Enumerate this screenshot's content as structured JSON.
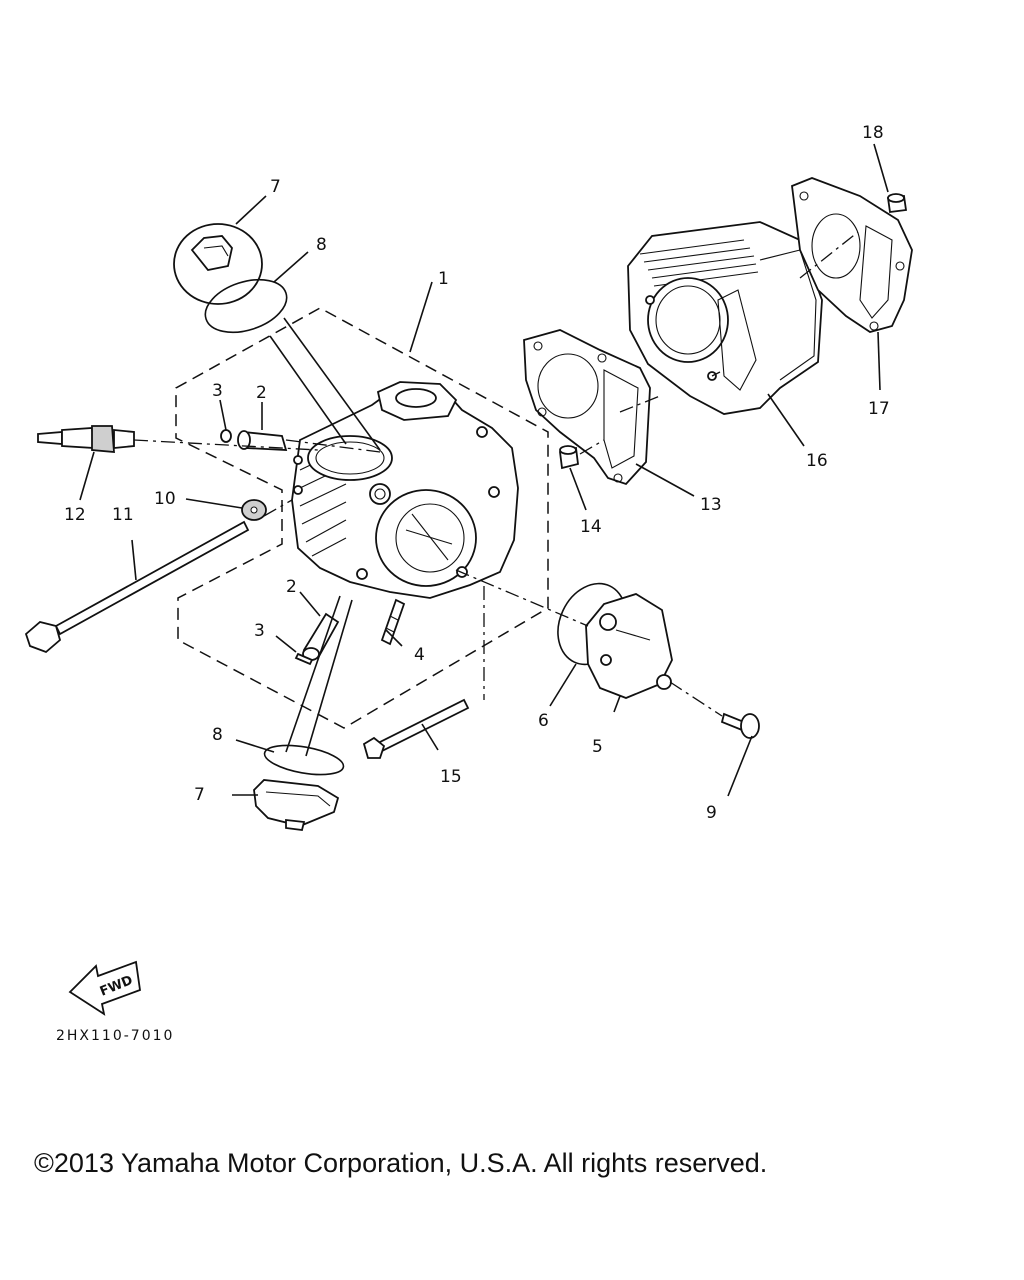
{
  "callouts": {
    "c1": "1",
    "c2a": "2",
    "c2b": "2",
    "c3a": "3",
    "c3b": "3",
    "c4": "4",
    "c5": "5",
    "c6": "6",
    "c7a": "7",
    "c7b": "7",
    "c8a": "8",
    "c8b": "8",
    "c9": "9",
    "c10": "10",
    "c11": "11",
    "c12": "12",
    "c13": "13",
    "c14": "14",
    "c15": "15",
    "c16": "16",
    "c17": "17",
    "c18": "18"
  },
  "fwd_label": "FWD",
  "diagram_code": "2HX110-7010",
  "copyright": "©2013 Yamaha Motor Corporation, U.S.A. All rights reserved."
}
